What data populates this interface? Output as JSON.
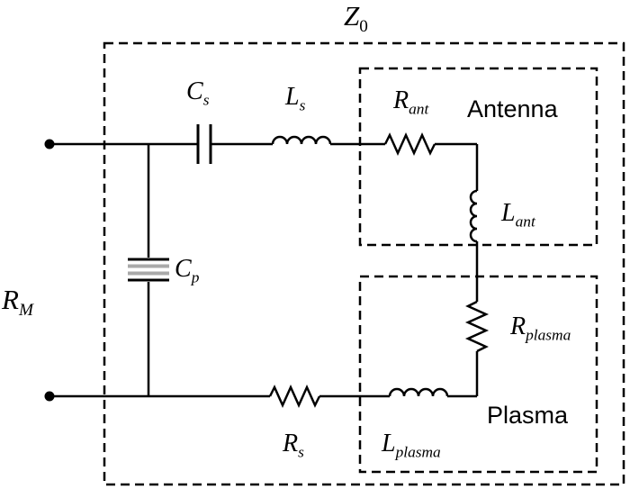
{
  "diagram": {
    "title": {
      "sym": "Z",
      "sub": "0"
    },
    "input_label": {
      "sym": "R",
      "sub": "M"
    },
    "components": {
      "cs": {
        "sym": "C",
        "sub": "s"
      },
      "ls": {
        "sym": "L",
        "sub": "s"
      },
      "cp": {
        "sym": "C",
        "sub": "p"
      },
      "rs": {
        "sym": "R",
        "sub": "s"
      },
      "rant": {
        "sym": "R",
        "sub": "ant"
      },
      "lant": {
        "sym": "L",
        "sub": "ant"
      },
      "rplasma": {
        "sym": "R",
        "sub": "plasma"
      },
      "lplasma": {
        "sym": "L",
        "sub": "plasma"
      }
    },
    "regions": {
      "antenna": "Antenna",
      "plasma": "Plasma"
    },
    "colors": {
      "line": "#000000",
      "capacitor_plate_shade": "#a9a9a9",
      "background": "#ffffff"
    }
  }
}
